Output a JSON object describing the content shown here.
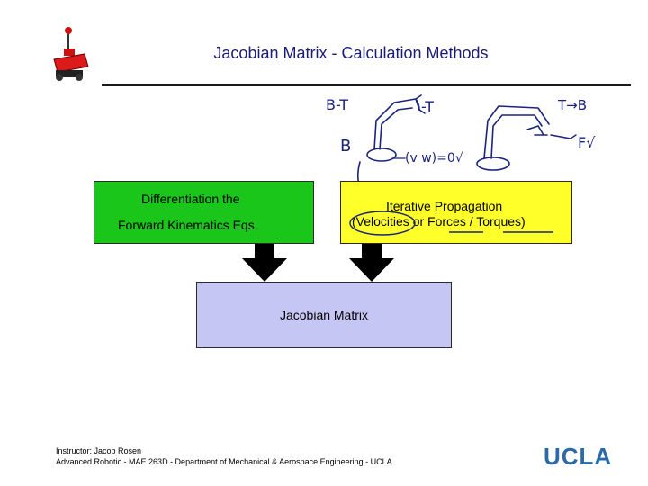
{
  "slide": {
    "title": "Jacobian Matrix - Calculation Methods"
  },
  "methods": {
    "forward_kinematics": {
      "line1": "Differentiation the",
      "line2": "Forward Kinematics Eqs."
    },
    "iterative_propagation": {
      "line1": "Iterative Propagation",
      "line2": "(Velocities or Forces / Torques)"
    }
  },
  "result": {
    "label": "Jacobian Matrix"
  },
  "sketch_notes": {
    "left_top": "B-T",
    "left_mid": "-T",
    "left_base": "B",
    "left_eq": "(v w)=0√",
    "right_top": "T→B",
    "right_eq": "F√"
  },
  "footer": {
    "line1": "Instructor: Jacob Rosen",
    "line2": "Advanced Robotic - MAE 263D - Department of Mechanical & Aerospace Engineering - UCLA"
  },
  "logo": {
    "text": "UCLA"
  },
  "colors": {
    "title": "#1a1a7a",
    "box_forward_kinematics": "#19c619",
    "box_iterative_propagation": "#ffff2a",
    "box_jacobian": "#c6c6f4",
    "ink": "#1a237e",
    "ucla_blue": "#2b6aa8"
  },
  "icons": [
    "robot-logo-icon",
    "down-arrow-icon",
    "handwritten-sketch"
  ]
}
